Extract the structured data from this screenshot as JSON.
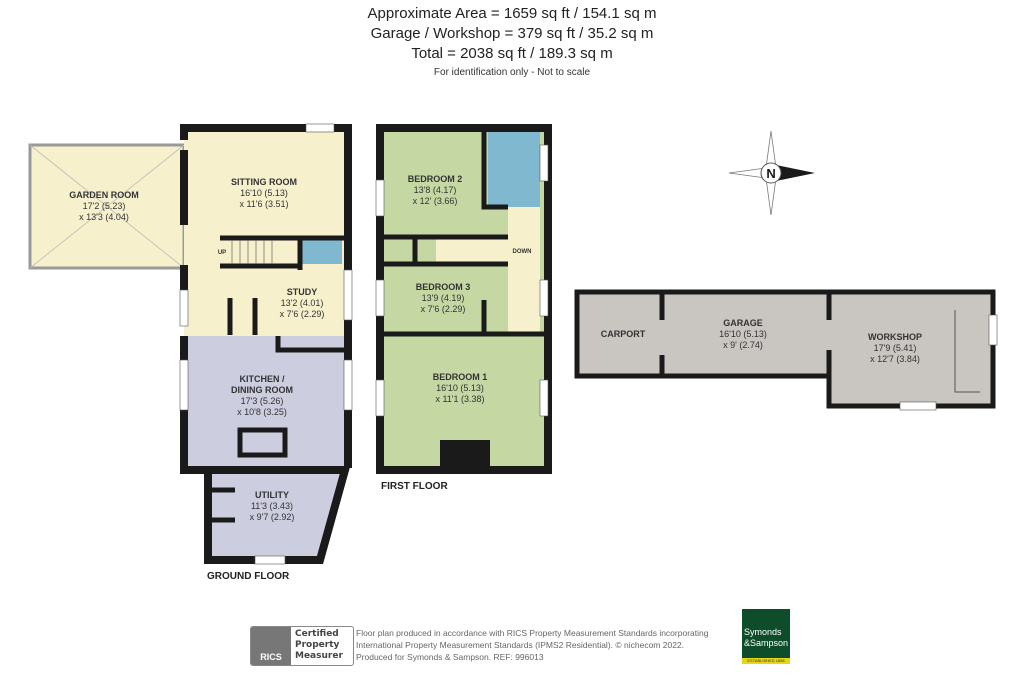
{
  "header": {
    "area": "Approximate Area = 1659 sq ft / 154.1 sq m",
    "garage": "Garage / Workshop = 379 sq ft / 35.2 sq m",
    "total": "Total = 2038 sq ft / 189.3 sq m",
    "note": "For identification only - Not to scale"
  },
  "ground_floor": {
    "label": "GROUND FLOOR",
    "rooms": [
      {
        "name": "GARDEN ROOM",
        "d1": "17'2 (5.23)",
        "d2": "x 13'3 (4.04)"
      },
      {
        "name": "SITTING ROOM",
        "d1": "16'10 (5.13)",
        "d2": "x 11'6 (3.51)"
      },
      {
        "name": "STUDY",
        "d1": "13'2 (4.01)",
        "d2": "x 7'6 (2.29)"
      },
      {
        "name": "KITCHEN /",
        "name2": "DINING ROOM",
        "d1": "17'3 (5.26)",
        "d2": "x 10'8 (3.25)"
      },
      {
        "name": "UTILITY",
        "d1": "11'3 (3.43)",
        "d2": "x 9'7 (2.92)"
      }
    ],
    "stair_label": "UP"
  },
  "first_floor": {
    "label": "FIRST FLOOR",
    "rooms": [
      {
        "name": "BEDROOM 2",
        "d1": "13'8 (4.17)",
        "d2": "x 12' (3.66)"
      },
      {
        "name": "BEDROOM 3",
        "d1": "13'9 (4.19)",
        "d2": "x 7'6 (2.29)"
      },
      {
        "name": "BEDROOM 1",
        "d1": "16'10 (5.13)",
        "d2": "x 11'1 (3.38)"
      }
    ],
    "stair_label": "DOWN"
  },
  "outbuildings": {
    "rooms": [
      {
        "name": "CARPORT"
      },
      {
        "name": "GARAGE",
        "d1": "16'10 (5.13)",
        "d2": "x 9' (2.74)"
      },
      {
        "name": "WORKSHOP",
        "d1": "17'9 (5.41)",
        "d2": "x 12'7 (3.84)"
      }
    ]
  },
  "compass": {
    "label": "N"
  },
  "footer": {
    "rics_logo": "RICS",
    "rics_cert": [
      "Certified",
      "Property",
      "Measurer"
    ],
    "line1": "Floor plan produced in accordance with RICS Property Measurement Standards incorporating",
    "line2": "International Property Measurement Standards (IPMS2 Residential).   © nichecom 2022.",
    "line3": "Produced for Symonds & Sampson.   REF:  996013",
    "brand": [
      "Symonds",
      "&Sampson"
    ],
    "brand_tag": "ESTABLISHED 1858"
  },
  "colors": {
    "living": "#f6f1cc",
    "kitchen": "#cdcde0",
    "bedroom": "#c5d8a3",
    "bath": "#80b8d0",
    "garage": "#c9c5c1",
    "wall": "#1a1a1a",
    "brand": "#0d4d2a"
  }
}
